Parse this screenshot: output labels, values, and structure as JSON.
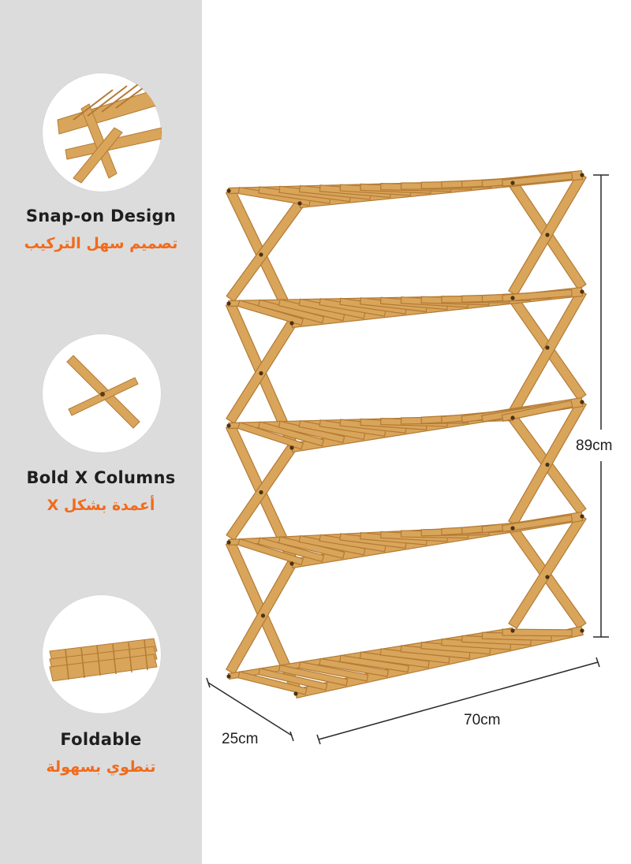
{
  "features": [
    {
      "title": "Snap-on Design",
      "subtitle": "تصميم سهل التركيب",
      "icon": "shelf-corner-icon"
    },
    {
      "title": "Bold X Columns",
      "subtitle": "أعمدة بشكل X",
      "icon": "x-columns-icon"
    },
    {
      "title": "Foldable",
      "subtitle": "تنطوي بسهولة",
      "icon": "folded-shelf-icon"
    }
  ],
  "dimensions": {
    "height": "89cm",
    "width": "70cm",
    "depth": "25cm"
  },
  "colors": {
    "sidebar": "#dcdcdc",
    "accent": "#f26a1b",
    "bamboo": "#d9a55a",
    "bamboo_dark": "#b37a35"
  }
}
